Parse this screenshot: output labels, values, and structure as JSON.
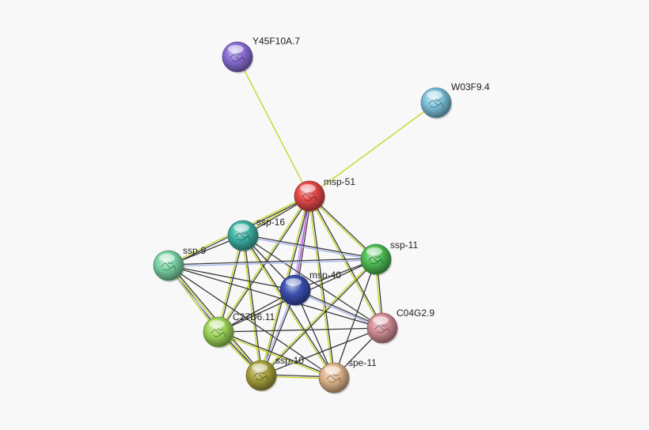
{
  "colors": {
    "background": "#f8f8f8",
    "edge_dark": "#3a3a3a",
    "edge_yellow": "#c8d62a",
    "edge_lightblue": "#a7b6f0",
    "edge_magenta": "#c23fc9"
  },
  "nodes": [
    {
      "id": "Y45F10A.7",
      "label": "Y45F10A.7",
      "color": "#8b6fd6"
    },
    {
      "id": "W03F9.4",
      "label": "W03F9.4",
      "color": "#7ec3dc"
    },
    {
      "id": "msp-51",
      "label": "msp-51",
      "color": "#e64a4a"
    },
    {
      "id": "ssp-16",
      "label": "ssp-16",
      "color": "#3fb3a6"
    },
    {
      "id": "ssp-9",
      "label": "ssp-9",
      "color": "#7ad4a4"
    },
    {
      "id": "ssp-11",
      "label": "ssp-11",
      "color": "#4fbf56"
    },
    {
      "id": "msp-40",
      "label": "msp-40",
      "color": "#3b4fb0"
    },
    {
      "id": "C04G2.9",
      "label": "C04G2.9",
      "color": "#d49098"
    },
    {
      "id": "C27D6.11",
      "label": "C27D6.11",
      "color": "#9fd65a"
    },
    {
      "id": "ssp-10",
      "label": "ssp-10",
      "color": "#a8a23e"
    },
    {
      "id": "spe-11",
      "label": "spe-11",
      "color": "#e0b58c"
    }
  ],
  "edges": [
    {
      "from": "Y45F10A.7",
      "to": "msp-51",
      "types": [
        "yellow"
      ]
    },
    {
      "from": "W03F9.4",
      "to": "msp-51",
      "types": [
        "yellow"
      ]
    },
    {
      "from": "msp-51",
      "to": "ssp-16",
      "types": [
        "dark",
        "yellow"
      ]
    },
    {
      "from": "msp-51",
      "to": "ssp-9",
      "types": [
        "dark",
        "yellow"
      ]
    },
    {
      "from": "msp-51",
      "to": "ssp-11",
      "types": [
        "dark",
        "yellow"
      ]
    },
    {
      "from": "msp-51",
      "to": "msp-40",
      "types": [
        "dark",
        "magenta",
        "lightblue"
      ]
    },
    {
      "from": "msp-51",
      "to": "C04G2.9",
      "types": [
        "dark",
        "yellow"
      ]
    },
    {
      "from": "msp-51",
      "to": "C27D6.11",
      "types": [
        "dark",
        "yellow"
      ]
    },
    {
      "from": "msp-51",
      "to": "ssp-10",
      "types": [
        "dark",
        "yellow"
      ]
    },
    {
      "from": "msp-51",
      "to": "spe-11",
      "types": [
        "dark",
        "yellow"
      ]
    },
    {
      "from": "ssp-16",
      "to": "ssp-9",
      "types": [
        "dark"
      ]
    },
    {
      "from": "ssp-16",
      "to": "ssp-11",
      "types": [
        "dark",
        "lightblue"
      ]
    },
    {
      "from": "ssp-16",
      "to": "msp-40",
      "types": [
        "dark"
      ]
    },
    {
      "from": "ssp-16",
      "to": "C04G2.9",
      "types": [
        "dark"
      ]
    },
    {
      "from": "ssp-16",
      "to": "C27D6.11",
      "types": [
        "dark",
        "yellow"
      ]
    },
    {
      "from": "ssp-16",
      "to": "ssp-10",
      "types": [
        "dark",
        "yellow"
      ]
    },
    {
      "from": "ssp-16",
      "to": "spe-11",
      "types": [
        "dark",
        "yellow"
      ]
    },
    {
      "from": "ssp-9",
      "to": "ssp-11",
      "types": [
        "dark",
        "lightblue"
      ]
    },
    {
      "from": "ssp-9",
      "to": "msp-40",
      "types": [
        "dark"
      ]
    },
    {
      "from": "ssp-9",
      "to": "C04G2.9",
      "types": [
        "dark"
      ]
    },
    {
      "from": "ssp-9",
      "to": "C27D6.11",
      "types": [
        "dark",
        "yellow"
      ]
    },
    {
      "from": "ssp-9",
      "to": "ssp-10",
      "types": [
        "dark",
        "yellow",
        "lightblue"
      ]
    },
    {
      "from": "ssp-9",
      "to": "spe-11",
      "types": [
        "dark"
      ]
    },
    {
      "from": "ssp-11",
      "to": "msp-40",
      "types": [
        "dark"
      ]
    },
    {
      "from": "ssp-11",
      "to": "C04G2.9",
      "types": [
        "dark",
        "yellow"
      ]
    },
    {
      "from": "ssp-11",
      "to": "C27D6.11",
      "types": [
        "dark"
      ]
    },
    {
      "from": "ssp-11",
      "to": "ssp-10",
      "types": [
        "dark",
        "yellow"
      ]
    },
    {
      "from": "ssp-11",
      "to": "spe-11",
      "types": [
        "dark"
      ]
    },
    {
      "from": "msp-40",
      "to": "C04G2.9",
      "types": [
        "dark",
        "lightblue"
      ]
    },
    {
      "from": "msp-40",
      "to": "C27D6.11",
      "types": [
        "dark"
      ]
    },
    {
      "from": "msp-40",
      "to": "ssp-10",
      "types": [
        "dark",
        "lightblue"
      ]
    },
    {
      "from": "msp-40",
      "to": "spe-11",
      "types": [
        "dark"
      ]
    },
    {
      "from": "C04G2.9",
      "to": "C27D6.11",
      "types": [
        "dark"
      ]
    },
    {
      "from": "C04G2.9",
      "to": "ssp-10",
      "types": [
        "dark"
      ]
    },
    {
      "from": "C04G2.9",
      "to": "spe-11",
      "types": [
        "dark"
      ]
    },
    {
      "from": "C27D6.11",
      "to": "ssp-10",
      "types": [
        "dark",
        "yellow"
      ]
    },
    {
      "from": "C27D6.11",
      "to": "spe-11",
      "types": [
        "dark",
        "yellow"
      ]
    },
    {
      "from": "ssp-10",
      "to": "spe-11",
      "types": [
        "dark",
        "yellow"
      ]
    }
  ]
}
